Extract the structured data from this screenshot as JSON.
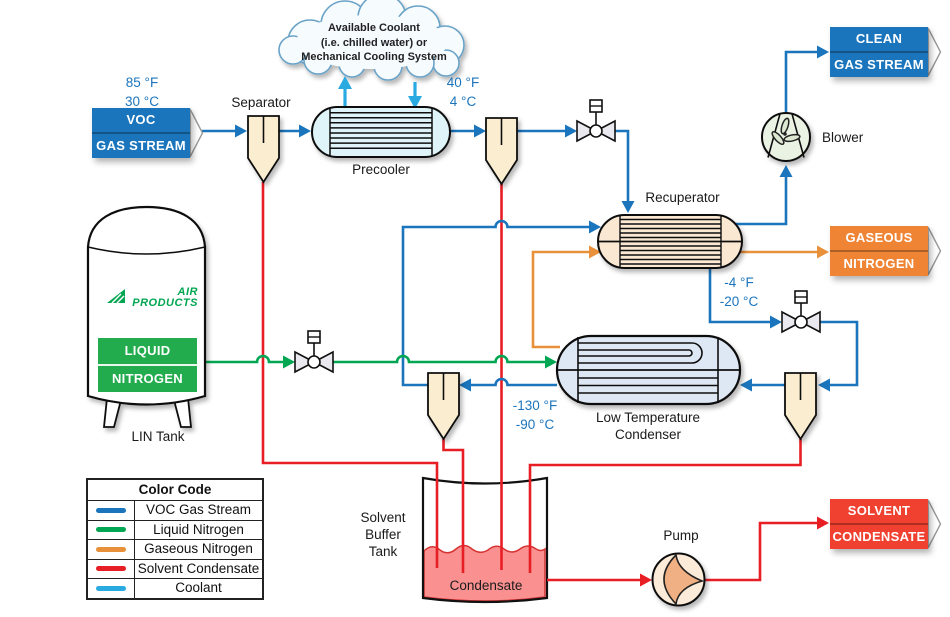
{
  "streams": {
    "voc": {
      "line1": "VOC",
      "line2": "GAS STREAM",
      "color": "#1B75BC"
    },
    "clean": {
      "line1": "CLEAN",
      "line2": "GAS STREAM",
      "color": "#1B75BC"
    },
    "gaseous": {
      "line1": "GASEOUS",
      "line2": "NITROGEN",
      "color": "#EE8434"
    },
    "solvent": {
      "line1": "SOLVENT",
      "line2": "CONDENSATE",
      "color": "#F0402F"
    }
  },
  "temperatures": {
    "voc_inlet": {
      "f": "85 °F",
      "c": "30 °C"
    },
    "precooler_outlet": {
      "f": "40 °F",
      "c": "4 °C"
    },
    "recuperator_outlet": {
      "f": "-4 °F",
      "c": "-20 °C"
    },
    "condenser_outlet": {
      "f": "-130 °F",
      "c": "-90 °C"
    }
  },
  "labels": {
    "separator": "Separator",
    "precooler": "Precooler",
    "recuperator": "Recuperator",
    "blower": "Blower",
    "condenser_line1": "Low Temperature",
    "condenser_line2": "Condenser",
    "lin_tank": "LIN Tank",
    "buffer_tank_line1": "Solvent",
    "buffer_tank_line2": "Buffer",
    "buffer_tank_line3": "Tank",
    "condensate": "Condensate",
    "pump": "Pump"
  },
  "cloud": {
    "line1": "Available Coolant",
    "line2": "(i.e. chilled water) or",
    "line3": "Mechanical Cooling System"
  },
  "lin_tank": {
    "logo_line1": "AIR",
    "logo_line2": "PRODUCTS",
    "content_line1": "LIQUID",
    "content_line2": "NITROGEN",
    "fill_color": "#22AC4E"
  },
  "legend": {
    "title": "Color Code",
    "rows": [
      {
        "label": "VOC Gas Stream",
        "color": "#1B75BC"
      },
      {
        "label": "Liquid Nitrogen",
        "color": "#00A651"
      },
      {
        "label": "Gaseous Nitrogen",
        "color": "#E8913A"
      },
      {
        "label": "Solvent Condensate",
        "color": "#E81E25"
      },
      {
        "label": "Coolant",
        "color": "#29ABE2"
      }
    ]
  }
}
